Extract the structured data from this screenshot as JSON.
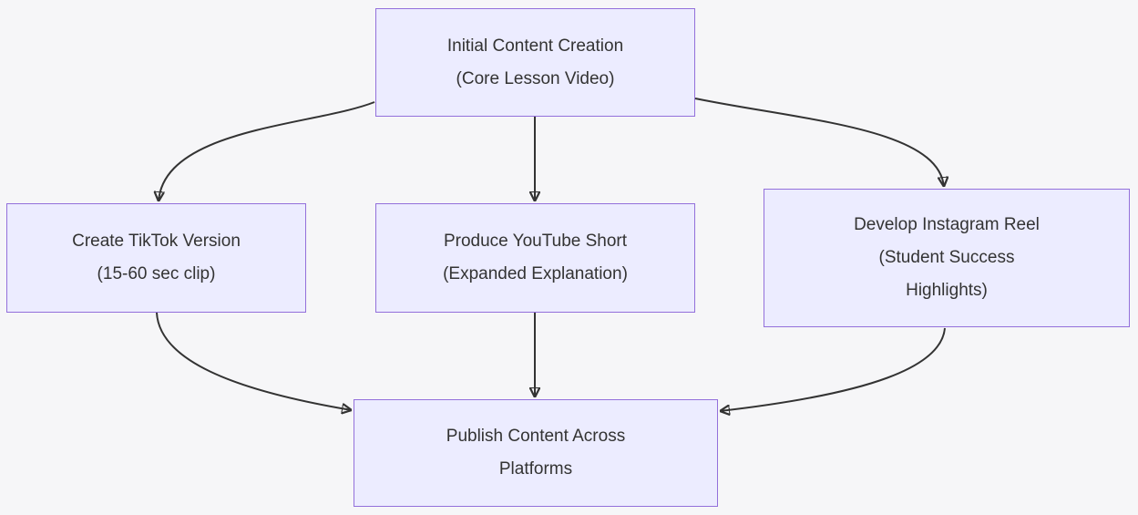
{
  "theme": {
    "background": "#f6f6f8",
    "node_fill": "#ECECFF",
    "node_border": "#9370DB",
    "edge_color": "#333333",
    "text_color": "#333333"
  },
  "diagram": {
    "type": "flowchart",
    "direction": "top-down",
    "nodes": [
      {
        "id": "initial-content-creation",
        "lines": [
          "Initial Content Creation",
          "(Core Lesson Video)"
        ]
      },
      {
        "id": "tiktok-version",
        "lines": [
          "Create TikTok Version",
          "(15-60 sec clip)"
        ]
      },
      {
        "id": "youtube-short",
        "lines": [
          "Produce YouTube Short",
          "(Expanded Explanation)"
        ]
      },
      {
        "id": "instagram-reel",
        "lines": [
          "Develop Instagram Reel",
          "(Student Success",
          "Highlights)"
        ]
      },
      {
        "id": "publish-platforms",
        "lines": [
          "Publish Content Across",
          "Platforms"
        ]
      }
    ],
    "edges": [
      {
        "from": "initial-content-creation",
        "to": "tiktok-version"
      },
      {
        "from": "initial-content-creation",
        "to": "youtube-short"
      },
      {
        "from": "initial-content-creation",
        "to": "instagram-reel"
      },
      {
        "from": "tiktok-version",
        "to": "publish-platforms"
      },
      {
        "from": "youtube-short",
        "to": "publish-platforms"
      },
      {
        "from": "instagram-reel",
        "to": "publish-platforms"
      }
    ]
  }
}
